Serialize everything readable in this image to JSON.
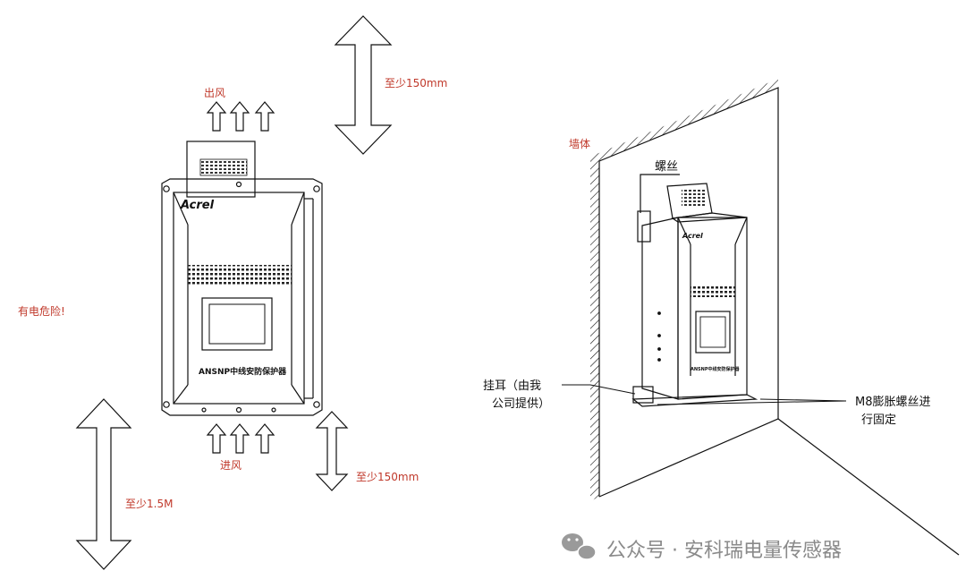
{
  "left": {
    "outlet_label": "出风",
    "inlet_label": "进风",
    "top_clearance": "至少150mm",
    "bottom_clearance": "至少150mm",
    "floor_clearance": "至少1.5M",
    "danger_label": "有电危险!",
    "brand": "Acrel",
    "model": "ANSNP中线安防保护器"
  },
  "right": {
    "wall_label": "墙体",
    "screw_label": "螺丝",
    "ear_label_line1": "挂耳（由我",
    "ear_label_line2": "公司提供）",
    "bolt_label_line1": "M8膨胀螺丝进",
    "bolt_label_line2": "行固定",
    "brand": "Acrel",
    "model": "ANSNP中线安防保护器"
  },
  "watermark": "公众号 · 安科瑞电量传感器",
  "colors": {
    "annotation": "#c0392b",
    "line": "#111111",
    "watermark": "#8a8a8a"
  }
}
